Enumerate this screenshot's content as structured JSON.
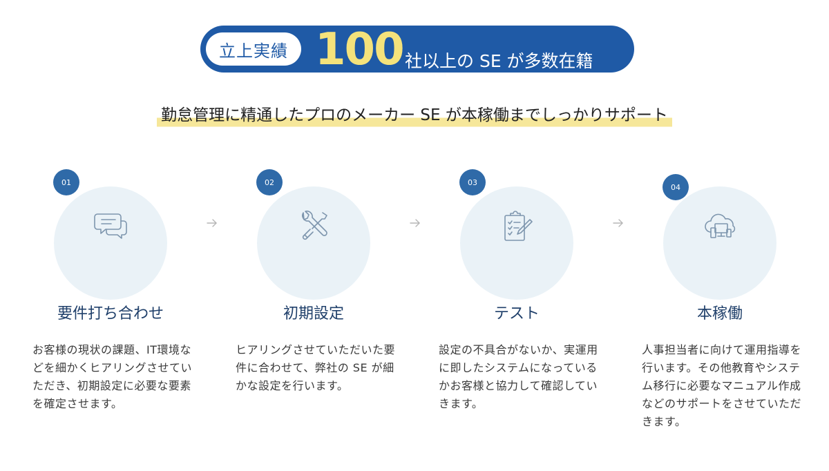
{
  "banner": {
    "pill_label": "立上実績",
    "number": "100",
    "text": "社以上の SE が多数在籍"
  },
  "subtitle": "勤怠管理に精通したプロのメーカー SE が本稼働までしっかりサポート",
  "steps": [
    {
      "number": "01",
      "icon": "chat-bubbles-icon",
      "title": "要件打ち合わせ",
      "description": "お客様の現状の課題、IT環境などを細かくヒアリングさせていただき、初期設定に必要な要素を確定させます。"
    },
    {
      "number": "02",
      "icon": "tools-icon",
      "title": "初期設定",
      "description": "ヒアリングさせていただいた要件に合わせて、弊社の SE が細かな設定を行います。"
    },
    {
      "number": "03",
      "icon": "clipboard-icon",
      "title": "テスト",
      "description": "設定の不具合がないか、実運用に即したシステムになっているかお客様と協力して確認していきます。"
    },
    {
      "number": "04",
      "icon": "cloud-devices-icon",
      "title": "本稼働",
      "description": "人事担当者に向けて運用指導を行います。その他教育やシステム移行に必要なマニュアル作成などのサポートをさせていただきます。"
    }
  ],
  "colors": {
    "brand_blue": "#1f5aa6",
    "highlight_yellow": "#f4e27b",
    "circle_bg": "#eaf2f7",
    "badge_blue": "#2f6aa8",
    "icon_stroke": "#7d95ad"
  }
}
